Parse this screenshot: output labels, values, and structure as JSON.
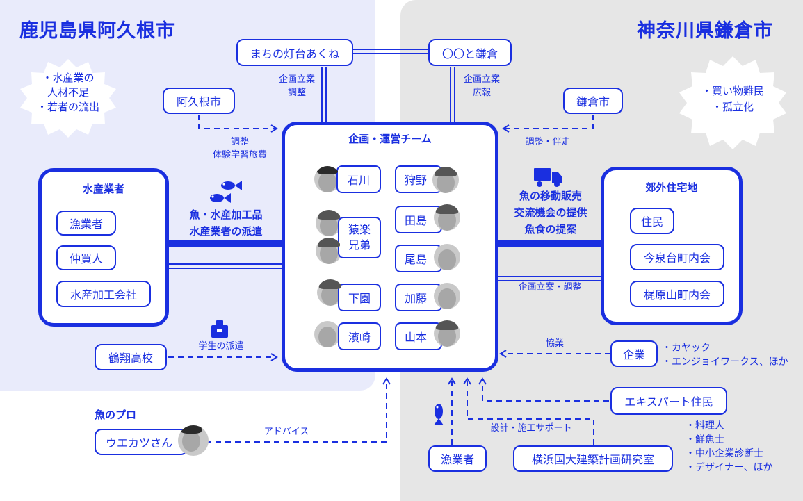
{
  "regions": {
    "left_title": "鹿児島県阿久根市",
    "right_title": "神奈川県鎌倉市"
  },
  "issues": {
    "left": [
      "・水産業の",
      "人材不足",
      "・若者の流出"
    ],
    "right": [
      "・買い物難民",
      "・孤立化"
    ]
  },
  "top_nodes": {
    "akune_project": "まちの灯台あくね",
    "kamakura_project": "〇〇と鎌倉",
    "akune_project_role": [
      "企画立案",
      "調整"
    ],
    "kamakura_project_role": [
      "企画立案",
      "広報"
    ]
  },
  "cities": {
    "akune": "阿久根市",
    "akune_role": [
      "調整",
      "体験学習旅費"
    ],
    "kamakura": "鎌倉市",
    "kamakura_role": "調整・伴走"
  },
  "team": {
    "title": "企画・運営チーム",
    "left_members": [
      "石川",
      "猿楽\n兄弟",
      "下園",
      "濱崎"
    ],
    "right_members": [
      "狩野",
      "田島",
      "尾島",
      "加藤",
      "山本"
    ]
  },
  "fishery": {
    "title": "水産業者",
    "items": [
      "漁業者",
      "仲買人",
      "水産加工会社"
    ],
    "flow_label": [
      "魚・水産加工品",
      "水産業者の派遣"
    ]
  },
  "suburb": {
    "title": "郊外住宅地",
    "items": [
      "住民",
      "今泉台町内会",
      "梶原山町内会"
    ],
    "flow_label": [
      "魚の移動販売",
      "交流機会の提供",
      "魚食の提案"
    ],
    "coordination_label": "企画立案・調整"
  },
  "school": {
    "name": "鶴翔高校",
    "label": "学生の派遣"
  },
  "fish_pro": {
    "heading": "魚のプロ",
    "name": "ウエカツさん",
    "label": "アドバイス"
  },
  "companies": {
    "name": "企業",
    "label": "協業",
    "list": [
      "・カヤック",
      "・エンジョイワークス、ほか"
    ]
  },
  "expert": {
    "name": "エキスパート住民",
    "list": [
      "・料理人",
      "・鮮魚士",
      "・中小企業診断士",
      "・デザイナー、ほか"
    ]
  },
  "fisherman": {
    "name": "漁業者"
  },
  "lab": {
    "name": "横浜国大建築計画研究室",
    "label": "設計・施工サポート"
  },
  "colors": {
    "accent": "#1a2fe0",
    "left_bg": "#e9ebfb",
    "right_bg": "#e6e6e6"
  },
  "icons": [
    "fish-icon",
    "truck-icon",
    "school-icon",
    "fish-vertical-icon"
  ]
}
